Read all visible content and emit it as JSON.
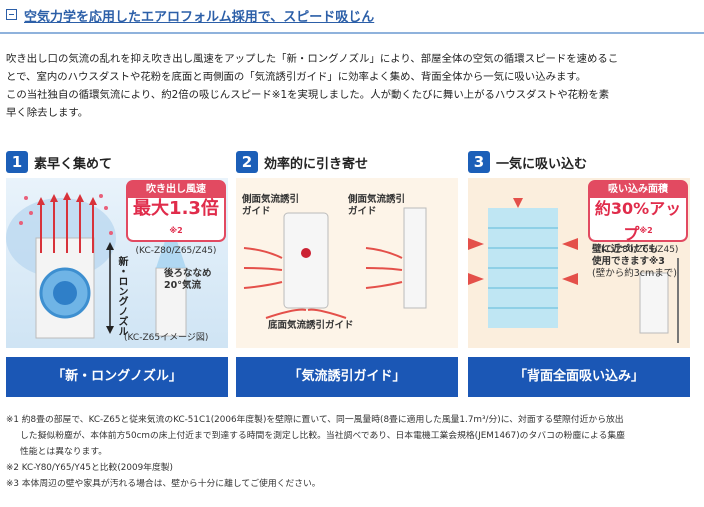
{
  "header": {
    "title": "空気力学を応用したエアロフォルム採用で、スピード吸じん"
  },
  "intro": {
    "line1": "吹き出し口の気流の乱れを抑え吹き出し風速をアップした「新・ロングノズル」により、部屋全体の空気の循環スピードを速めるこ",
    "line2": "とで、室内のハウスダストや花粉を底面と両側面の「気流誘引ガイド」に効率よく集め、背面全体から一気に吸い込みます。",
    "line3": "この当社独自の循環気流により、約2倍の吸じんスピード※1を実現しました。人が動くたびに舞い上がるハウスダストや花粉を素",
    "line4": "早く除去します。"
  },
  "panels": [
    {
      "num": "1",
      "title": "素早く集めて",
      "badge_title": "吹き出し風速",
      "badge_value": "最大1.3倍",
      "badge_note": "※2",
      "badge_models": "(KC-Z80/Z65/Z45)",
      "nozzle_label": "新・ロングノズル",
      "flow_label": "後ろななめ20°気流",
      "caption": "(KC-Z65イメージ図)",
      "footer": "「新・ロングノズル」"
    },
    {
      "num": "2",
      "title": "効率的に引き寄せ",
      "side_left": "側面気流誘引ガイド",
      "side_right": "側面気流誘引ガイド",
      "bottom": "底面気流誘引ガイド",
      "footer": "「気流誘引ガイド」"
    },
    {
      "num": "3",
      "title": "一気に吸い込む",
      "badge_title": "吸い込み面積",
      "badge_value": "約30%アップ",
      "badge_note": "※2",
      "badge_models": "(KC-Z80/Z65/Z45)",
      "wall_text1": "壁に近づけても",
      "wall_text2": "使用できます※3",
      "wall_text3": "(壁から約3cmまで)",
      "footer": "「背面全面吸い込み」"
    }
  ],
  "notes": {
    "n1a": "※1 約8畳の部屋で、KC-Z65と従来気流のKC-51C1(2006年度製)を壁際に置いて、同一風量時(8畳に適用した風量1.7m³/分)に、対面する壁際付近から放出",
    "n1b": "した擬似粉塵が、本体前方50cmの床上付近まで到達する時間を測定し比較。当社調べであり、日本電機工業会規格(JEM1467)のタバコの粉塵による集塵",
    "n1c": "性能とは異なります。",
    "n2": "※2 KC-Y80/Y65/Y45と比較(2009年度製)",
    "n3": "※3 本体周辺の壁や家具が汚れる場合は、壁から十分に離してご使用ください。"
  },
  "colors": {
    "accent": "#1b57b5",
    "badge": "#e24a61",
    "title_link": "#2c5fa8"
  }
}
